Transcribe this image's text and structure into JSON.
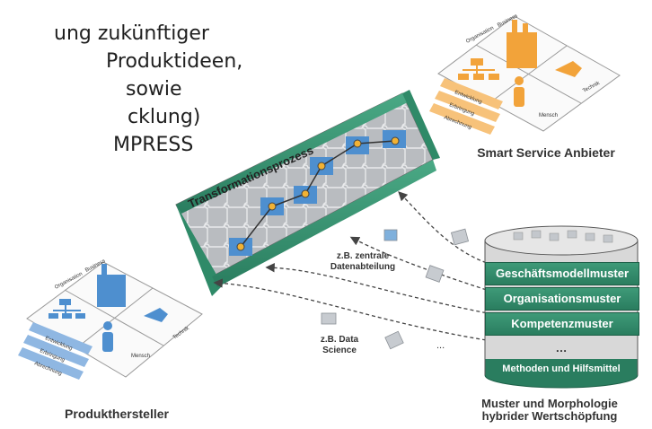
{
  "background_text": [
    "ung zukünftiger",
    "Produktideen,",
    "sowie",
    "cklung)",
    "MPRESS"
  ],
  "transformation": {
    "title": "Transformationsprozess"
  },
  "smart_service": {
    "caption": "Smart Service Anbieter",
    "labels": {
      "organisation": "Organisation",
      "business": "Business",
      "technik": "Technik",
      "mensch": "Mensch"
    },
    "arrows": [
      "Entwicklung",
      "Erbringung",
      "Abrechnung"
    ]
  },
  "produkthersteller": {
    "caption": "Produkthersteller",
    "labels": {
      "organisation": "Organisation",
      "business": "Business",
      "technik": "Technik",
      "mensch": "Mensch"
    },
    "arrows": [
      "Entwicklung",
      "Erbringung",
      "Abrechnung"
    ]
  },
  "sources": {
    "zentrale": "z.B. zentrale\nDatenabteilung",
    "zentrale_line1": "z.B. zentrale",
    "zentrale_line2": "Datenabteilung",
    "data_science_line1": "z.B. Data",
    "data_science_line2": "Science",
    "ellipsis": "..."
  },
  "cylinder": {
    "items": [
      "Geschäftsmodellmuster",
      "Organisationsmuster",
      "Kompetenzmuster",
      "…"
    ],
    "bottom": "Methoden und Hilfsmittel",
    "caption_line1": "Muster und Morphologie",
    "caption_line2": "hybrider Wertschöpfung"
  },
  "colors": {
    "teal": "#3a9a7a",
    "puzzle_blue": "#4e8fcf",
    "orange": "#f2a33a",
    "cylinder_body": "#d8d8d8"
  }
}
